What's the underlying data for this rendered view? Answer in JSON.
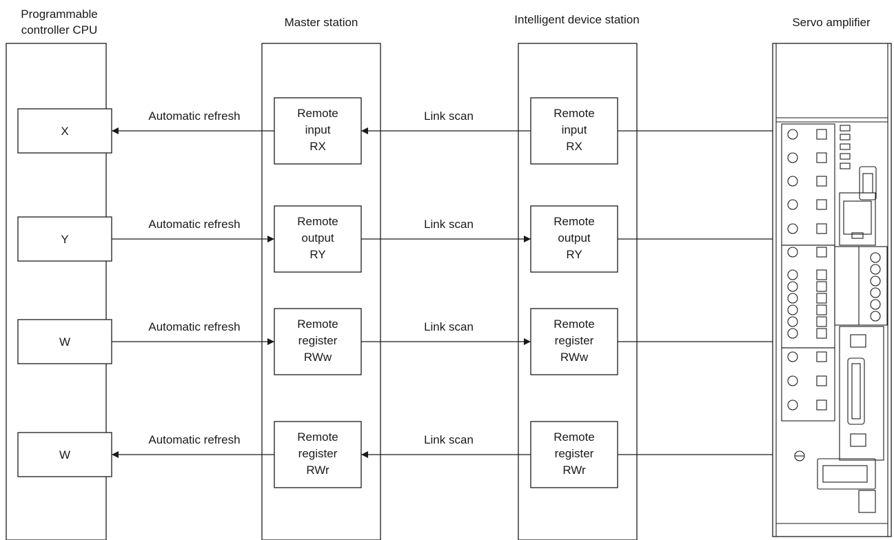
{
  "columns": {
    "cpu": {
      "title_lines": [
        "Programmable",
        "controller CPU"
      ]
    },
    "master": {
      "title": "Master station"
    },
    "intelligent": {
      "title": "Intelligent device station"
    },
    "servo": {
      "title": "Servo amplifier"
    }
  },
  "rows": [
    {
      "cpu_label": "X",
      "master_lines": [
        "Remote",
        "input",
        "RX"
      ],
      "device_lines": [
        "Remote",
        "input",
        "RX"
      ],
      "refresh_label": "Automatic refresh",
      "scan_label": "Link scan",
      "direction": "to_cpu"
    },
    {
      "cpu_label": "Y",
      "master_lines": [
        "Remote",
        "output",
        "RY"
      ],
      "device_lines": [
        "Remote",
        "output",
        "RY"
      ],
      "refresh_label": "Automatic refresh",
      "scan_label": "Link scan",
      "direction": "to_device"
    },
    {
      "cpu_label": "W",
      "master_lines": [
        "Remote",
        "register",
        "RWw"
      ],
      "device_lines": [
        "Remote",
        "register",
        "RWw"
      ],
      "refresh_label": "Automatic refresh",
      "scan_label": "Link scan",
      "direction": "to_device"
    },
    {
      "cpu_label": "W",
      "master_lines": [
        "Remote",
        "register",
        "RWr"
      ],
      "device_lines": [
        "Remote",
        "register",
        "RWr"
      ],
      "refresh_label": "Automatic refresh",
      "scan_label": "Link scan",
      "direction": "to_cpu"
    }
  ]
}
